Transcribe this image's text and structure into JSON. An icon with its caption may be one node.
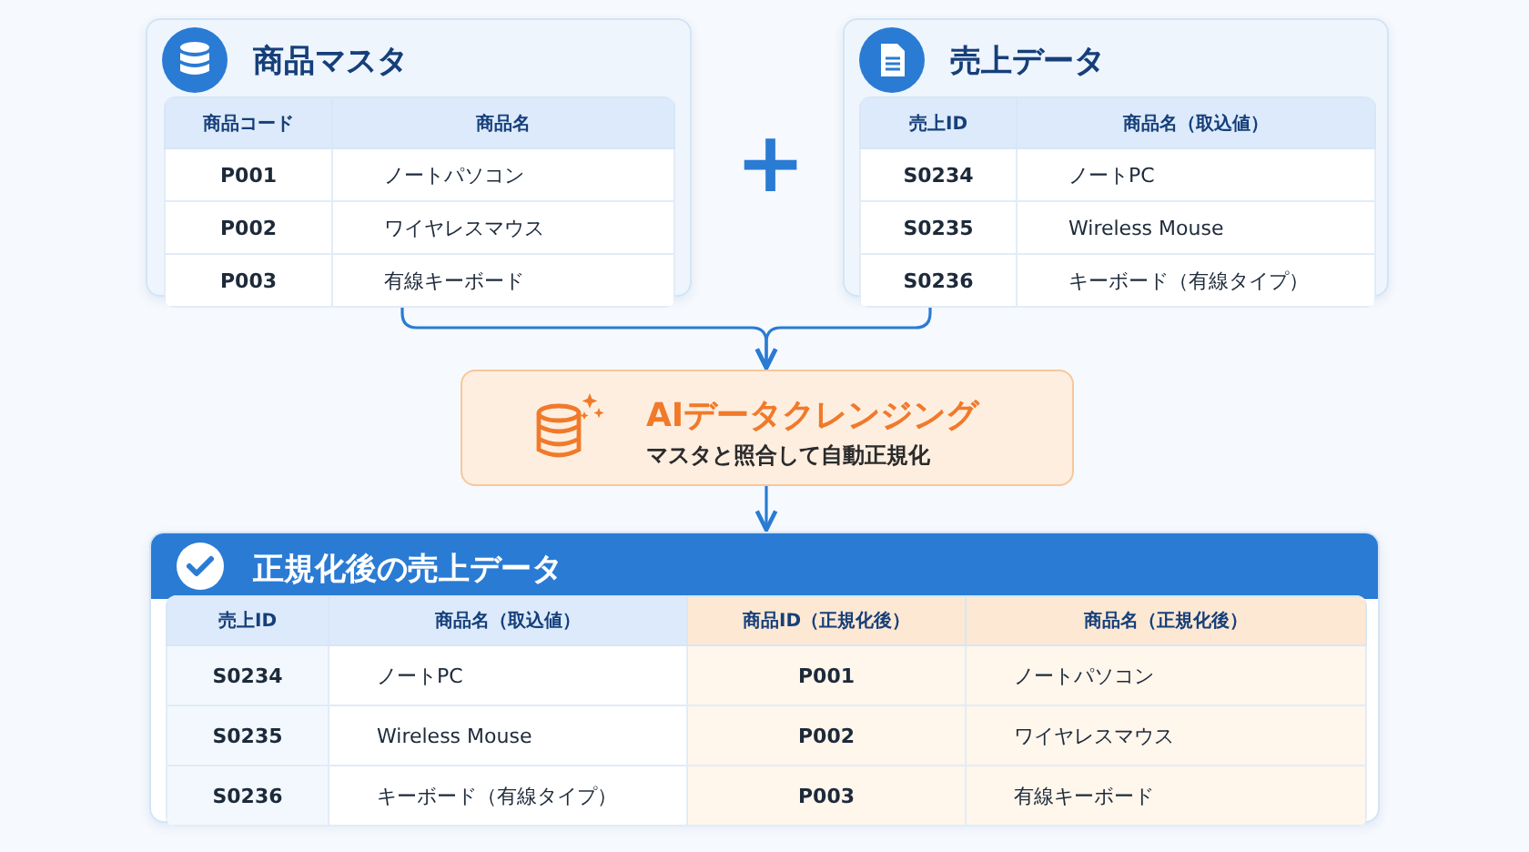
{
  "diagram": {
    "nodes": [
      {
        "text": [
          "商品マスタ",
          "商品コード",
          "商品名",
          "P001",
          "ノートパソコン",
          "P002",
          "ワイヤレスマウス",
          "P003",
          "有線キーボード"
        ]
      },
      {
        "text": [
          "売上データ",
          "売上ID",
          "商品名（取込値）",
          "S0234",
          "ノートPC",
          "S0235",
          "Wireless Mouse",
          "S0236",
          "キーボード（有線タイプ）"
        ]
      },
      {
        "text": [
          "AIデータクレンジング",
          "マスタと照合して自動正規化"
        ]
      },
      {
        "text": [
          "正規化後の売上データ",
          "売上ID",
          "商品名（取込値）",
          "商品ID（正規化後）",
          "商品名（正規化後）",
          "S0234",
          "ノートPC",
          "P001",
          "ノートパソコン",
          "S0235",
          "Wireless Mouse",
          "P002",
          "ワイヤレスマウス",
          "S0236",
          "キーボード（有線タイプ）",
          "P003",
          "有線キーボード"
        ]
      }
    ],
    "edges": [
      {
        "from": 0,
        "to": 2,
        "arrow": "to"
      },
      {
        "from": 1,
        "to": 2,
        "arrow": "to"
      },
      {
        "from": 2,
        "to": 3,
        "arrow": "to"
      }
    ],
    "labels": [
      "+"
    ]
  }
}
